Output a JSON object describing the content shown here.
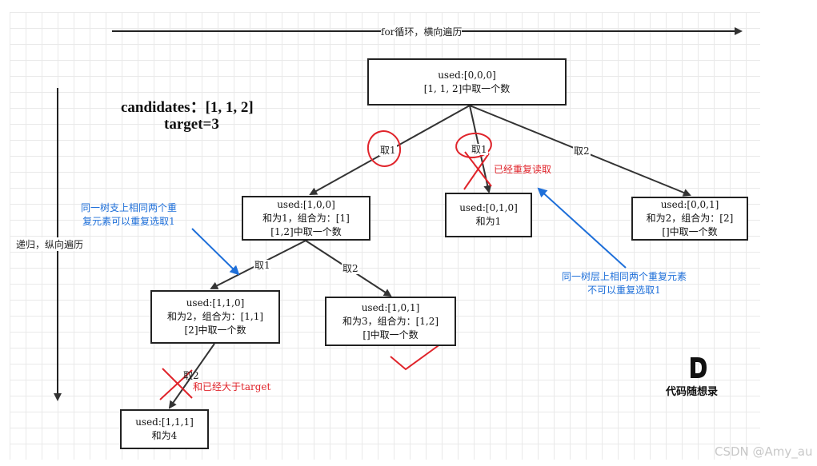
{
  "header_axis": "for循环，横向遍历",
  "side_axis": "递归，纵向遍历",
  "title": {
    "line1": "candidates：[1, 1, 2]",
    "line2": "target=3"
  },
  "nodes": {
    "root": {
      "line1": "used:[0,0,0]",
      "line2": "[1, 1, 2]中取一个数"
    },
    "n100": {
      "line1": "used:[1,0,0]",
      "line2": "和为1，组合为：[1]",
      "line3": "[1,2]中取一个数"
    },
    "n010": {
      "line1": "used:[0,1,0]",
      "line2": "和为1"
    },
    "n001": {
      "line1": "used:[0,0,1]",
      "line2": "和为2，组合为：[2]",
      "line3": "[]中取一个数"
    },
    "n110": {
      "line1": "used:[1,1,0]",
      "line2": "和为2，组合为：[1,1]",
      "line3": "[2]中取一个数"
    },
    "n101": {
      "line1": "used:[1,0,1]",
      "line2": "和为3，组合为：[1,2]",
      "line3": "[]中取一个数"
    },
    "n111": {
      "line1": "used:[1,1,1]",
      "line2": "和为4"
    }
  },
  "edge_labels": {
    "root_left": "取1",
    "root_mid": "取1",
    "root_right": "取2",
    "n100_left": "取1",
    "n100_right": "取2",
    "n110_down": "取2"
  },
  "annotations": {
    "already_read": "已经重复读取",
    "exceeds_target": "和已经大于target",
    "branch_note": [
      "同一树支上相同两个重",
      "复元素可以重复选取1"
    ],
    "layer_note": [
      "同一树层上相同两个重复元素",
      "不可以重复选取1"
    ]
  },
  "logo": {
    "mark": "D",
    "text": "代码随想录"
  },
  "watermark": "CSDN @Amy_au",
  "colors": {
    "red": "#e0242b",
    "blue": "#1e6fd9",
    "line": "#333333"
  }
}
